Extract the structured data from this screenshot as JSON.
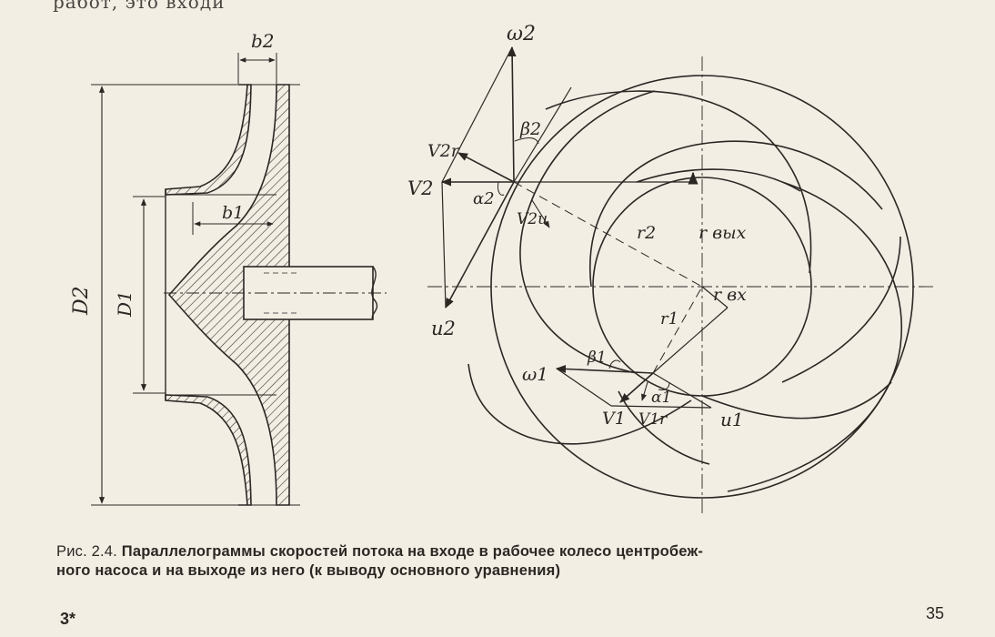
{
  "header": {
    "top_text": "работ, это входи"
  },
  "section_labels": {
    "b2": "b2",
    "b1": "b1",
    "D2": "D2",
    "D1": "D1"
  },
  "impeller_labels": {
    "omega2": "ω2",
    "beta2": "β2",
    "v2r": "V2r",
    "v2": "V2",
    "alpha2": "α2",
    "v2u": "V2u",
    "r2": "r2",
    "c_out": "r вых",
    "c_in": "r вх",
    "r1": "r1",
    "u2": "u2",
    "omega1": "ω1",
    "beta1": "β1",
    "alpha1": "α1",
    "v1": "V1",
    "v1r": "V1r",
    "u1": "u1"
  },
  "caption": {
    "lead": "Рис. 2.4.",
    "line1": "Параллелограммы скоростей потока на входе в рабочее колесо центробеж-",
    "line2": "ного насоса и на выходе из него (к выводу основного уравнения)"
  },
  "footer": {
    "left": "3*",
    "page_number": "35"
  },
  "colors": {
    "paper": "#f3eee4",
    "ink": "#2b2723",
    "hatch": "#3a3530"
  }
}
